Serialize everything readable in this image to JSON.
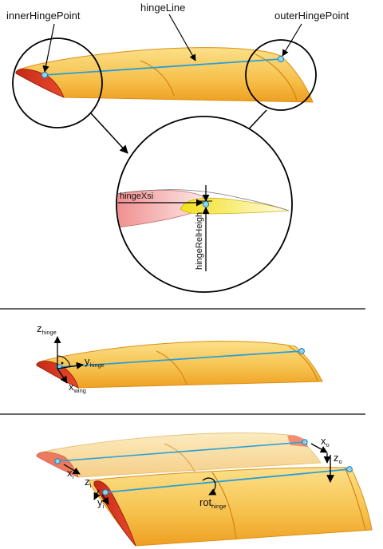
{
  "panel1": {
    "inner_hinge_label": "innerHingePoint",
    "hinge_line_label": "hingeLine",
    "outer_hinge_label": "outerHingePoint",
    "detail": {
      "xsi_label": "hingeXsi",
      "rel_height_label": "hingeRelHeigh"
    }
  },
  "panel2": {
    "z_label": "z",
    "z_sub": "hinge",
    "y_label": "y",
    "y_sub": "hinge",
    "x_label": "x",
    "x_sub": "wing"
  },
  "panel3": {
    "xo_label": "x",
    "xo_sub": "o",
    "zo_label": "z",
    "zo_sub": "o",
    "xi_label": "x",
    "xi_sub": "i",
    "zi_label": "z",
    "zi_sub": "i",
    "yi_label": "y",
    "yi_sub": "i",
    "rot_label": "rot",
    "rot_sub": "hinge"
  },
  "colors": {
    "wing_fill": "#f6c04a",
    "wing_edge": "#e39a18",
    "flap_red": "#d9321c",
    "hinge_line": "#2a9fd8",
    "hinge_point": "#8fd3f2",
    "divider": "#333333"
  }
}
